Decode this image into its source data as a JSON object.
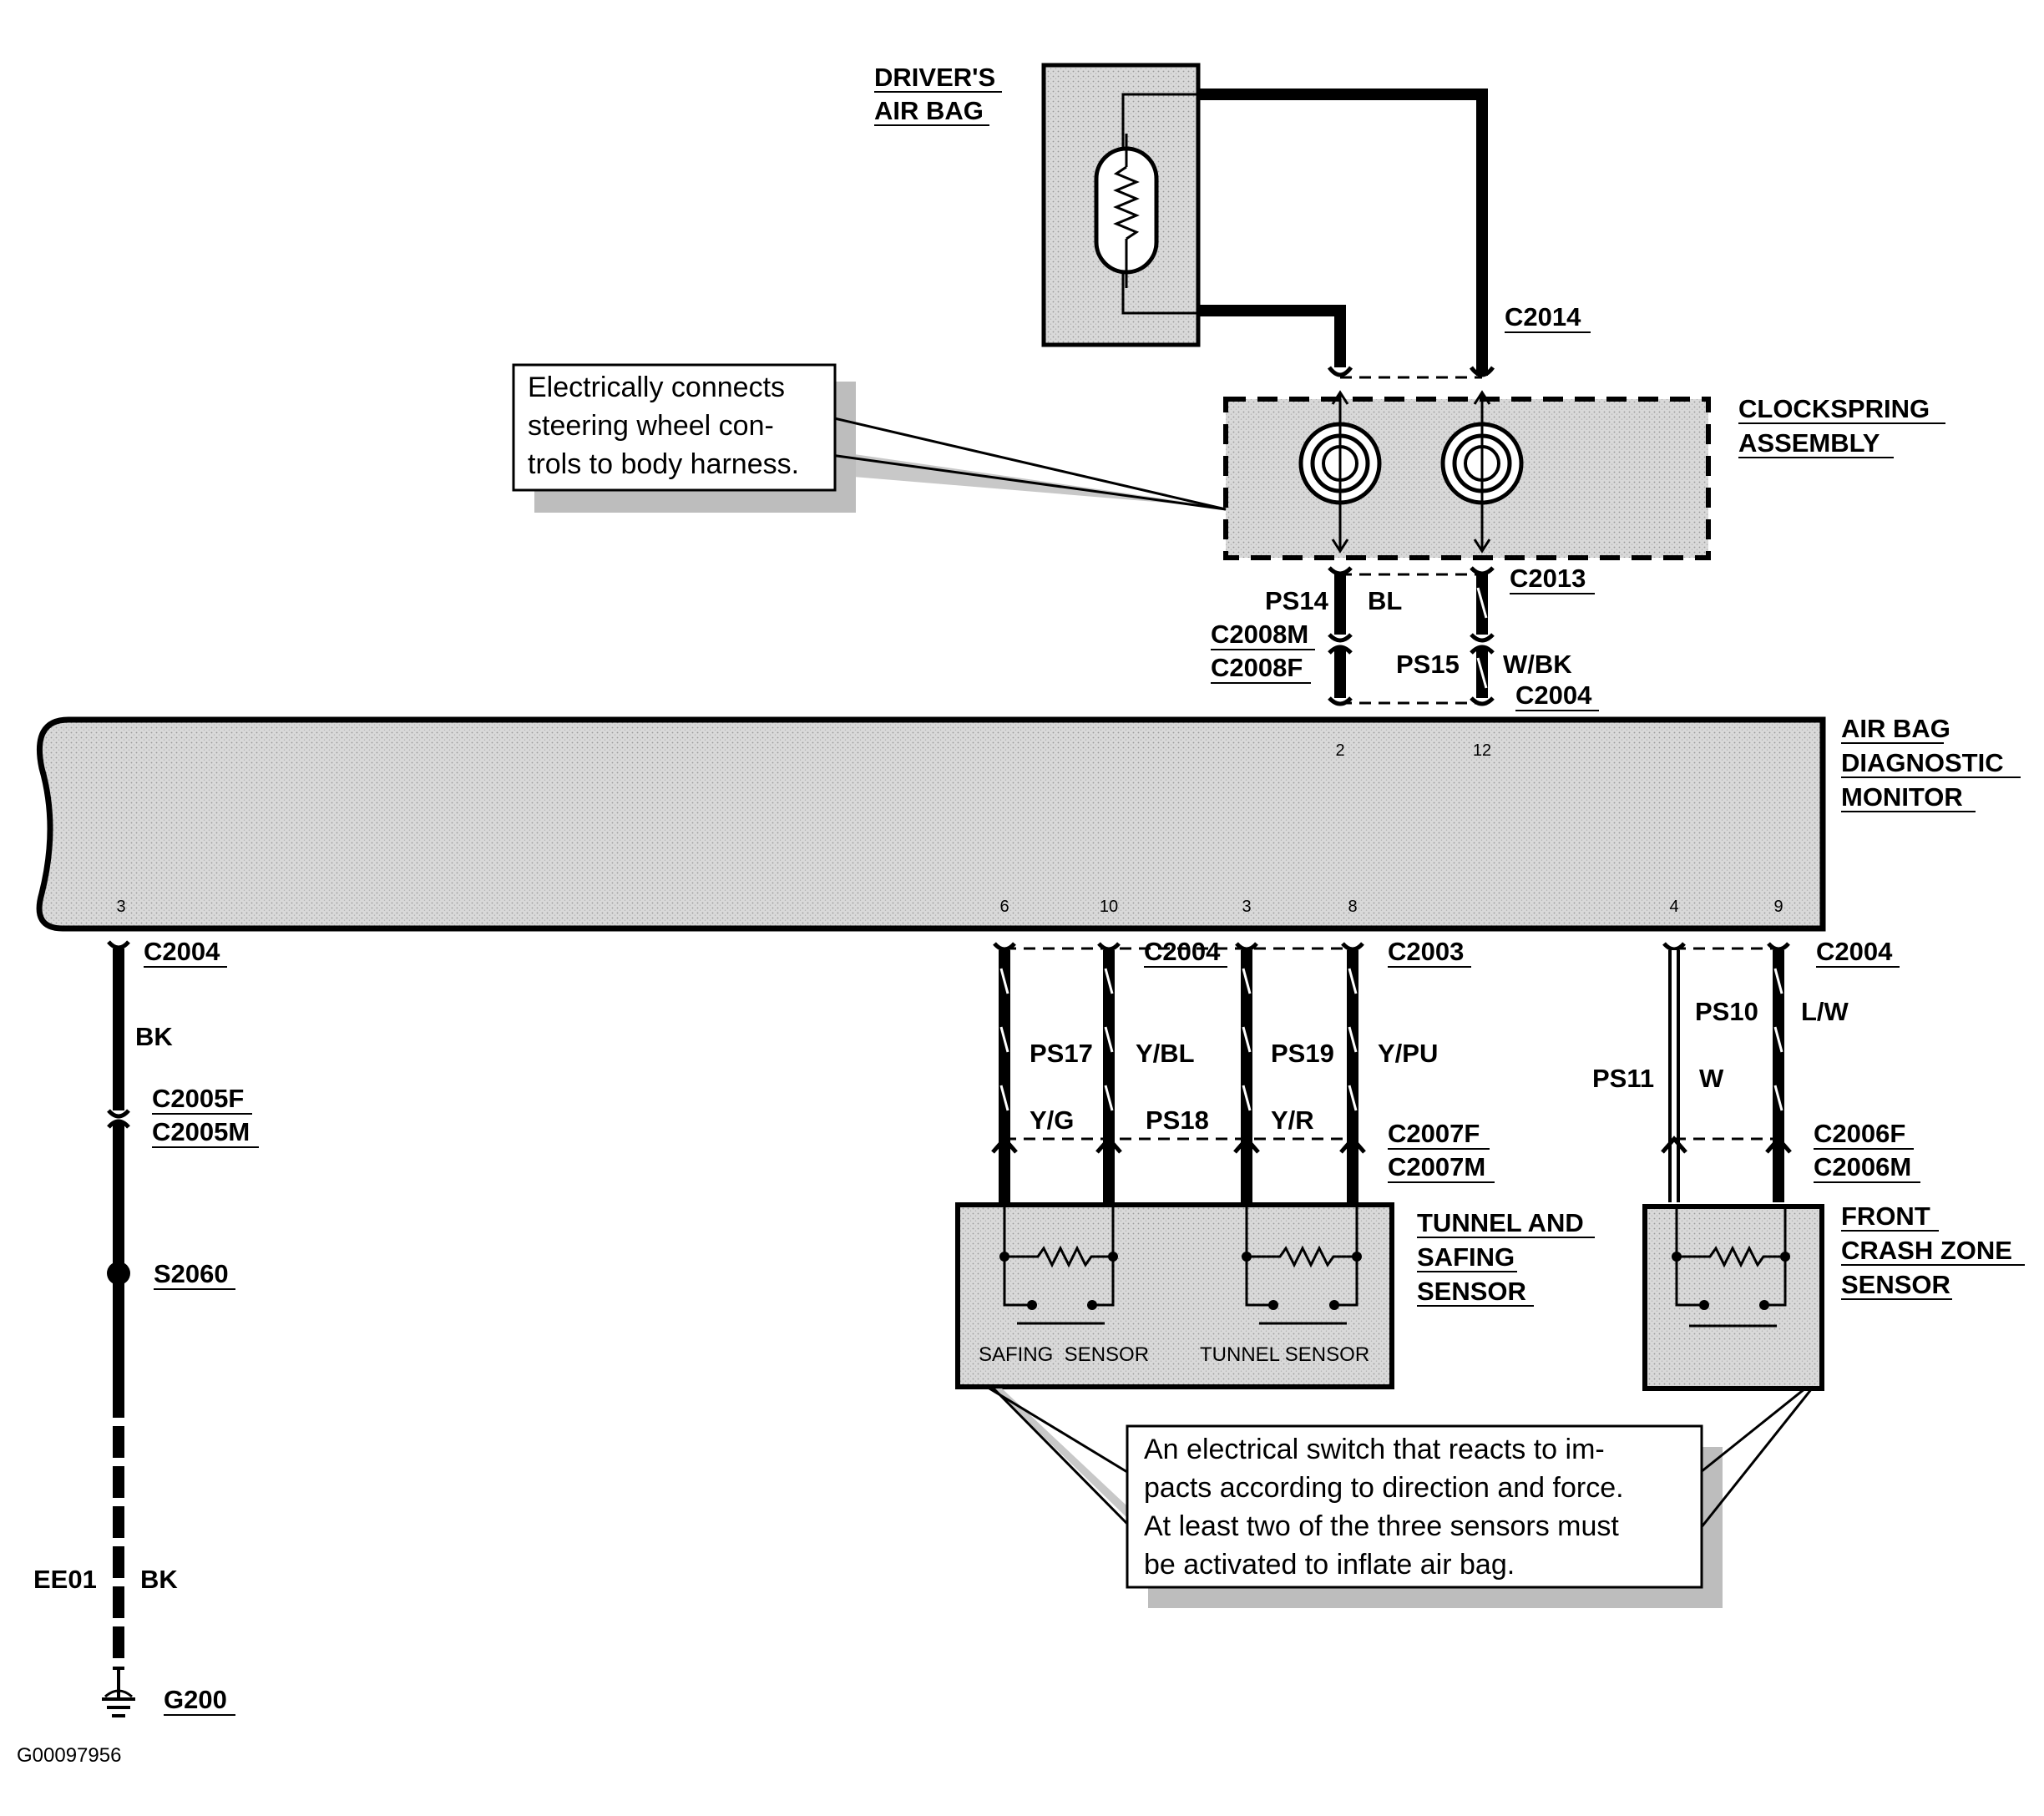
{
  "components": {
    "drivers_air_bag": [
      "DRIVER'S",
      "AIR BAG"
    ],
    "clockspring": [
      "CLOCKSPRING",
      "ASSEMBLY"
    ],
    "monitor": [
      "AIR BAG",
      "DIAGNOSTIC",
      "MONITOR"
    ],
    "tunnel_safing": [
      "TUNNEL AND",
      "SAFING",
      "SENSOR"
    ],
    "front_crash": [
      "FRONT",
      "CRASH ZONE",
      "SENSOR"
    ],
    "safing_sensor": "SAFING  SENSOR",
    "tunnel_sensor": "TUNNEL SENSOR"
  },
  "connectors": {
    "c2014": "C2014",
    "c2013": "C2013",
    "c2008m": "C2008M",
    "c2008f": "C2008F",
    "c2004_top": "C2004",
    "c2004_left": "C2004",
    "c2005f": "C2005F",
    "c2005m": "C2005M",
    "s2060": "S2060",
    "g200": "G200",
    "c2004_mid": "C2004",
    "c2003": "C2003",
    "c2007f": "C2007F",
    "c2007m": "C2007M",
    "c2004_right": "C2004",
    "c2006f": "C2006F",
    "c2006m": "C2006M"
  },
  "circuits": {
    "ps14": "PS14",
    "bl": "BL",
    "ps15": "PS15",
    "wbk": "W/BK",
    "bk1": "BK",
    "ee01": "EE01",
    "bk2": "BK",
    "ps17": "PS17",
    "ybl": "Y/BL",
    "yg": "Y/G",
    "ps18": "PS18",
    "ps19": "PS19",
    "ypu": "Y/PU",
    "yr": "Y/R",
    "ps10": "PS10",
    "lw": "L/W",
    "ps11": "PS11",
    "w": "W"
  },
  "pins": {
    "top_a": "2",
    "top_b": "12",
    "bot_3l": "3",
    "bot_6": "6",
    "bot_10": "10",
    "bot_3": "3",
    "bot_8": "8",
    "bot_4": "4",
    "bot_9": "9"
  },
  "notes": {
    "clockspring_note": [
      "Electrically connects",
      "steering wheel con-",
      "trols to body harness."
    ],
    "sensor_note": [
      "An electrical switch that reacts to im-",
      "pacts according to direction and force.",
      "At least two of the three sensors must",
      "be activated to inflate air bag."
    ]
  },
  "figure_id": "G00097956"
}
